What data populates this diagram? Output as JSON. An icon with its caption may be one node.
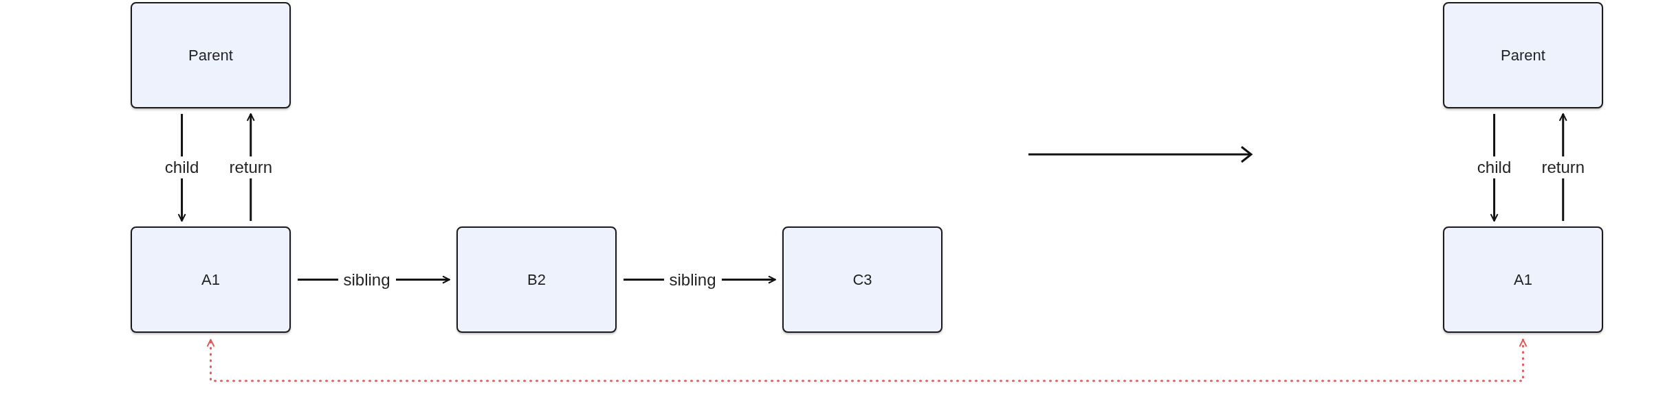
{
  "diagram": {
    "nodes": [
      {
        "text": [
          "Parent"
        ]
      },
      {
        "text": [
          "A1"
        ]
      },
      {
        "text": [
          "B2"
        ]
      },
      {
        "text": [
          "C3"
        ]
      },
      {
        "text": [
          "Parent"
        ]
      },
      {
        "text": [
          "A1"
        ]
      }
    ],
    "edges": [
      {
        "from": 0,
        "to": 1,
        "arrow": "to",
        "label": "child"
      },
      {
        "from": 1,
        "to": 0,
        "arrow": "to",
        "label": "return"
      },
      {
        "from": 1,
        "to": 2,
        "arrow": "to",
        "label": "sibling"
      },
      {
        "from": 2,
        "to": 3,
        "arrow": "to",
        "label": "sibling"
      },
      {
        "from": 4,
        "to": 5,
        "arrow": "to",
        "label": "child"
      },
      {
        "from": 5,
        "to": 4,
        "arrow": "to",
        "label": "return"
      },
      {
        "from": 5,
        "to": 1,
        "arrow": "both",
        "style": "dashed",
        "color": "#e05a5a"
      }
    ]
  }
}
